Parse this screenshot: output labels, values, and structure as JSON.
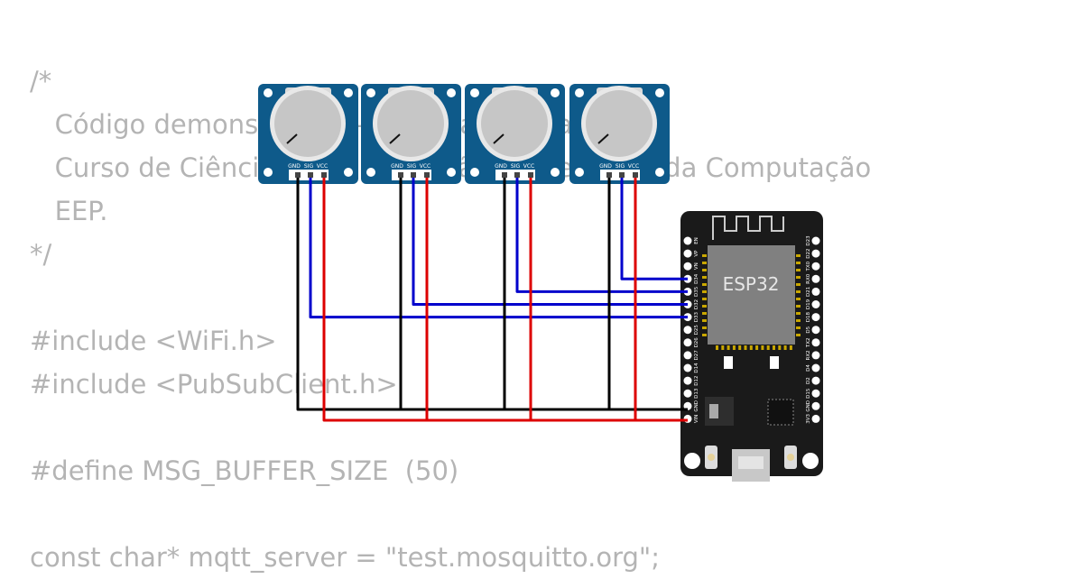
{
  "code_background": {
    "lines": [
      "/*",
      "   Código demonstrativo - Sistemas Embarcados,",
      "   Curso de Ciência da Computação, Engenharia da Computação",
      "   EEP.",
      "*/",
      "",
      "#include <WiFi.h>",
      "#include <PubSubClient.h>",
      "",
      "#define MSG_BUFFER_SIZE  (50)",
      "",
      "const char* mqtt_server = \"test.mosquitto.org\";"
    ]
  },
  "potentiometers": [
    {
      "pins": [
        "GND",
        "SIG",
        "VCC"
      ],
      "knob_level": 0.15
    },
    {
      "pins": [
        "GND",
        "SIG",
        "VCC"
      ],
      "knob_level": 0.15
    },
    {
      "pins": [
        "GND",
        "SIG",
        "VCC"
      ],
      "knob_level": 0.15
    },
    {
      "pins": [
        "GND",
        "SIG",
        "VCC"
      ],
      "knob_level": 0.15
    }
  ],
  "esp32": {
    "chip_label": "ESP32",
    "left_pins": [
      "EN",
      "VP",
      "VN",
      "D34",
      "D35",
      "D32",
      "D33",
      "D25",
      "D26",
      "D27",
      "D14",
      "D12",
      "D13",
      "GND",
      "VIN"
    ],
    "right_pins": [
      "D23",
      "D22",
      "TX0",
      "RX0",
      "D21",
      "D19",
      "D18",
      "D5",
      "TX2",
      "RX2",
      "D4",
      "D2",
      "D15",
      "GND",
      "3V3"
    ]
  },
  "wire_colors": {
    "gnd": "#000000",
    "sig": "#0000cc",
    "vcc": "#dd0000"
  },
  "board_colors": {
    "pot_board": "#0e5a8a",
    "esp_board": "#1a1a1a",
    "chip": "#808080"
  }
}
